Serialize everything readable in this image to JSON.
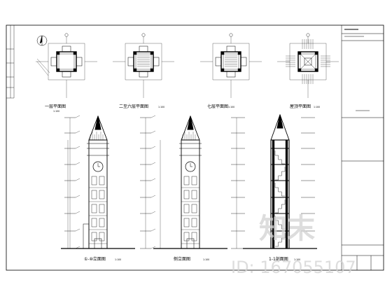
{
  "drawing": {
    "plans": [
      {
        "caption": "一层平面图",
        "scale": "1:100"
      },
      {
        "caption": "二至六层平面图",
        "scale": "1:100"
      },
      {
        "caption": "七层平面图",
        "scale": "1:100"
      },
      {
        "caption": "屋顶平面图",
        "scale": "1:100"
      }
    ],
    "elevations": [
      {
        "caption": "①-⑩立面图",
        "scale": "1:100"
      },
      {
        "caption": "侧立面图",
        "scale": "1:100"
      },
      {
        "caption": "1-1剖面图",
        "scale": "1:100"
      }
    ],
    "colors": {
      "line": "#000000",
      "watermark": "#d2d2d2"
    }
  },
  "watermark": {
    "logo_text": "知末",
    "id_text": "ID: 167055107"
  }
}
